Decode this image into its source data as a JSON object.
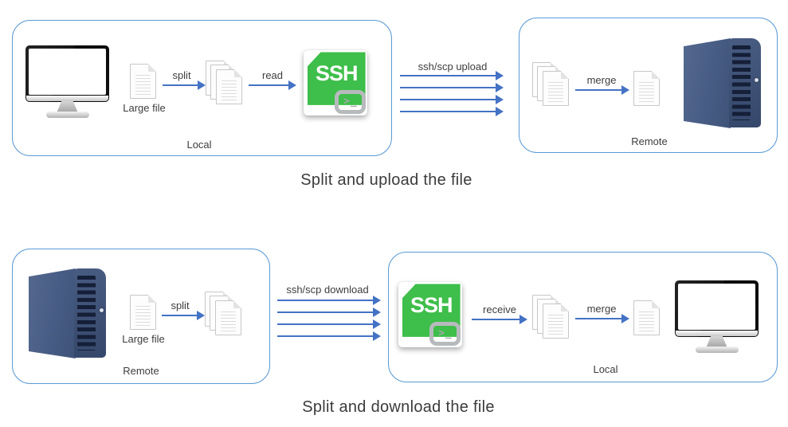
{
  "upload": {
    "title": "Split and upload the file",
    "local_box_label": "Local",
    "remote_box_label": "Remote",
    "large_file_label": "Large file",
    "split_label": "split",
    "read_label": "read",
    "transfer_label": "ssh/scp upload",
    "merge_label": "merge",
    "ssh_text": "SSH",
    "terminal_glyph": ">_"
  },
  "download": {
    "title": "Split and download the file",
    "remote_box_label": "Remote",
    "local_box_label": "Local",
    "large_file_label": "Large file",
    "split_label": "split",
    "transfer_label": "ssh/scp download",
    "receive_label": "receive",
    "merge_label": "merge",
    "ssh_text": "SSH",
    "terminal_glyph": ">_"
  },
  "colors": {
    "box_border": "#5B9BD5",
    "arrow_blue": "#4472C4",
    "ssh_green": "#3EBE4A",
    "server_navy": "#44587E",
    "text": "#3D3D3D"
  }
}
